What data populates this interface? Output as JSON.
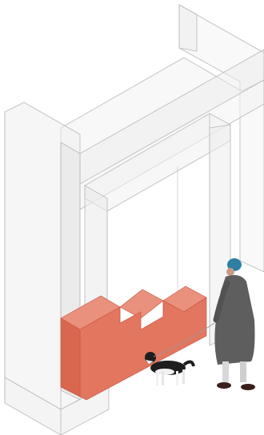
{
  "colors": {
    "background": "#ffffff",
    "frame_stroke": "#b9b9b9",
    "frame_fill_light": "#f4f4f4",
    "frame_fill_mid": "#ececec",
    "frame_fill_dark": "#e4e4e4",
    "block_front": "#e2765f",
    "block_top": "#ea917d",
    "block_side": "#d9664f",
    "block_stroke": "#c85a45",
    "coat": "#5e5e5e",
    "hat": "#2f7fa5",
    "dog_dark": "#1e1e1e",
    "dog_white": "#f2f2f2"
  },
  "elements": {
    "outer_frame": "transparent-portal-frame",
    "inner_frame": "inner-arch-frame",
    "bench": "stepped-bench-block",
    "person": "walking-person-figure",
    "dog": "dog-figure",
    "leash": "leash-line"
  }
}
